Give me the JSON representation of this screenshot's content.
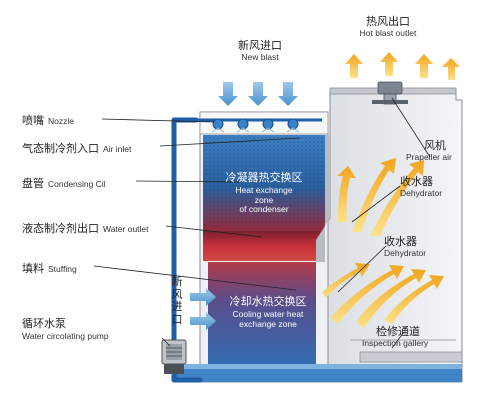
{
  "top": {
    "new_blast_cn": "新风进口",
    "new_blast_en": "New blast",
    "hot_outlet_cn": "热风出口",
    "hot_outlet_en": "Hot blast outlet"
  },
  "left_labels": [
    {
      "cn": "喷嘴",
      "en": "Nozzle"
    },
    {
      "cn": "气态制冷剂入口",
      "en": "Air inlet"
    },
    {
      "cn": "盘管",
      "en": "Condensing Cil"
    },
    {
      "cn": "液态制冷剂出口",
      "en": "Water outlet"
    },
    {
      "cn": "填料",
      "en": "Stuffing"
    },
    {
      "cn": "循环水泵",
      "en": "Water circolating pump"
    }
  ],
  "right_labels": {
    "fan_cn": "风机",
    "fan_en": "Prapeller air",
    "dehydrator1_cn": "收水器",
    "dehydrator1_en": "Dehydrator",
    "dehydrator2_cn": "收水器",
    "dehydrator2_en": "Dehydrator",
    "gallery_cn": "检修通道",
    "gallery_en": "Inspection gallery"
  },
  "zones": {
    "condenser_cn": "冷凝器热交换区",
    "condenser_en_1": "Heat exchange",
    "condenser_en_2": "zone",
    "condenser_en_3": "of condenser",
    "cooling_cn": "冷却水热交换区",
    "cooling_en_1": "Cooling water heat",
    "cooling_en_2": "exchange zone",
    "side_inlet_cn_1": "新",
    "side_inlet_cn_2": "风",
    "side_inlet_cn_3": "进",
    "side_inlet_cn_4": "口"
  },
  "colors": {
    "air_arrow": "#6aaed6",
    "hot_arrow": "#f2b630",
    "hot_zone": "#c8303a",
    "cool_zone": "#2f6fb5",
    "pipe": "#1f5ea8"
  }
}
